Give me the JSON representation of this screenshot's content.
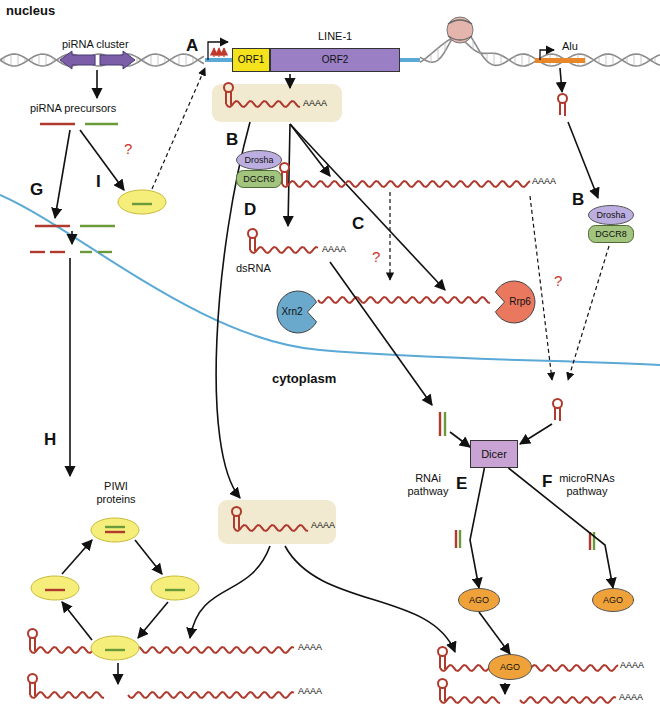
{
  "diagram": {
    "nodes": [
      {
        "text": [
          "ORF1"
        ]
      },
      {
        "text": [
          "ORF2"
        ]
      },
      {
        "text": [
          "Drosha"
        ]
      },
      {
        "text": [
          "DGCR8"
        ]
      },
      {
        "text": [
          "Xrn2"
        ]
      },
      {
        "text": [
          "Rrp6"
        ]
      },
      {
        "text": [
          "Drosha"
        ]
      },
      {
        "text": [
          "DGCR8"
        ]
      },
      {
        "text": [
          "Dicer"
        ]
      },
      {
        "text": [
          "AGO"
        ]
      },
      {
        "text": [
          "AGO"
        ]
      },
      {
        "text": [
          "AGO"
        ]
      }
    ],
    "edges": [
      {
        "from": 8,
        "to": 9,
        "arrow": "to"
      },
      {
        "from": 8,
        "to": 10,
        "arrow": "to"
      },
      {
        "from": 9,
        "to": 11,
        "arrow": "to"
      }
    ],
    "labels": [
      "nucleus",
      "piRNA cluster",
      "A",
      "LINE-1",
      "Alu",
      "piRNA precursors",
      "?",
      "I",
      "AAAA",
      "B",
      "AAAA",
      "G",
      "D",
      "C",
      "?",
      "dsRNA",
      "AAAA",
      "B",
      "?",
      "cytoplasm",
      "H",
      "RNAi pathway",
      "E",
      "F",
      "microRNAs pathway",
      "PIWI proteins",
      "AAAA",
      "AAAA",
      "AAAA",
      "AAAA",
      "AAAA"
    ]
  }
}
